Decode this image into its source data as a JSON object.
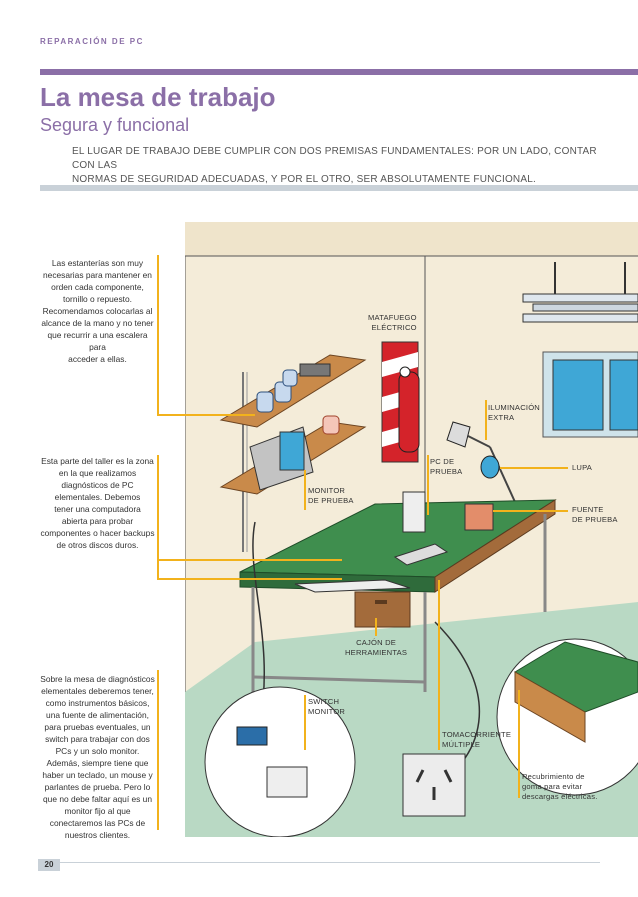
{
  "header": {
    "section": "REPARACIÓN DE PC"
  },
  "title": "La mesa de trabajo",
  "subtitle": "Segura y funcional",
  "intro": [
    "EL LUGAR DE TRABAJO DEBE CUMPLIR CON DOS PREMISAS FUNDAMENTALES: POR UN LADO, CONTAR CON LAS",
    "NORMAS DE SEGURIDAD ADECUADAS, Y POR EL OTRO, SER ABSOLUTAMENTE FUNCIONAL."
  ],
  "side_notes": {
    "shelves": [
      "Las estanterías son muy",
      "necesarias para mantener en",
      "orden cada componente,",
      "tornillo o repuesto.",
      "Recomendamos colocarlas al",
      "alcance de la mano y no tener",
      "que recurrir a una escalera para",
      "acceder a ellas."
    ],
    "zone": [
      "Esta parte del taller es la zona",
      "en la que realizamos",
      "diagnósticos de PC",
      "elementales. Debemos",
      "tener una computadora",
      "abierta para probar",
      "componentes o hacer backups",
      "de otros discos duros."
    ],
    "table": [
      "Sobre la mesa de diagnósticos",
      "elementales deberemos tener,",
      "como instrumentos básicos,",
      "una fuente de alimentación,",
      "para pruebas eventuales, un",
      "switch para trabajar con dos",
      "PCs y un solo monitor.",
      "Además, siempre tiene que",
      "haber un teclado, un mouse y",
      "parlantes de prueba. Pero lo",
      "que no debe faltar aquí es un",
      "monitor fijo al que",
      "conectaremos las PCs de",
      "nuestros clientes."
    ]
  },
  "callouts": {
    "matafuego": [
      "MATAFUEGO",
      "ELÉCTRICO"
    ],
    "iluminacion": [
      "ILUMINACIÓN",
      "EXTRA"
    ],
    "pc_prueba": [
      "PC DE",
      "PRUEBA"
    ],
    "lupa": [
      "LUPA"
    ],
    "monitor": [
      "MONITOR",
      "DE PRUEBA"
    ],
    "fuente": [
      "FUENTE",
      "DE PRUEBA"
    ],
    "cajon": [
      "CAJÓN DE",
      "HERRAMIENTAS"
    ],
    "switch": [
      "SWITCH",
      "MONITOR"
    ],
    "tomacorriente": [
      "TOMACORRIENTE",
      "MÚLTIPLE"
    ],
    "recubrimiento": [
      "Recubrimiento de",
      "goma para evitar",
      "descargas eléctricas."
    ]
  },
  "footer": {
    "page": "20"
  },
  "colors": {
    "accent": "#8b6fa7",
    "callout_line": "#f2b21c",
    "wall": "#f4ecd9",
    "floor": "#b9d9c4",
    "table": "#3f8e4e",
    "fire": "#d4232a"
  }
}
